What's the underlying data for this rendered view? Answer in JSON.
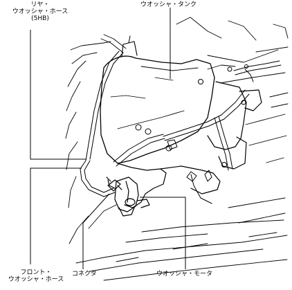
{
  "labels": {
    "rear_washer_hose": {
      "line1": "リヤ・",
      "line2": "ウオッシャ・ホース",
      "line3": "(5HB)"
    },
    "washer_tank": "ウオッシャ・タンク",
    "front_washer_hose": {
      "line1": "フロント・",
      "line2": "ウオッシャ・ホース"
    },
    "connector": "コネクタ",
    "washer_motor": "ウオッシャ・モータ"
  }
}
